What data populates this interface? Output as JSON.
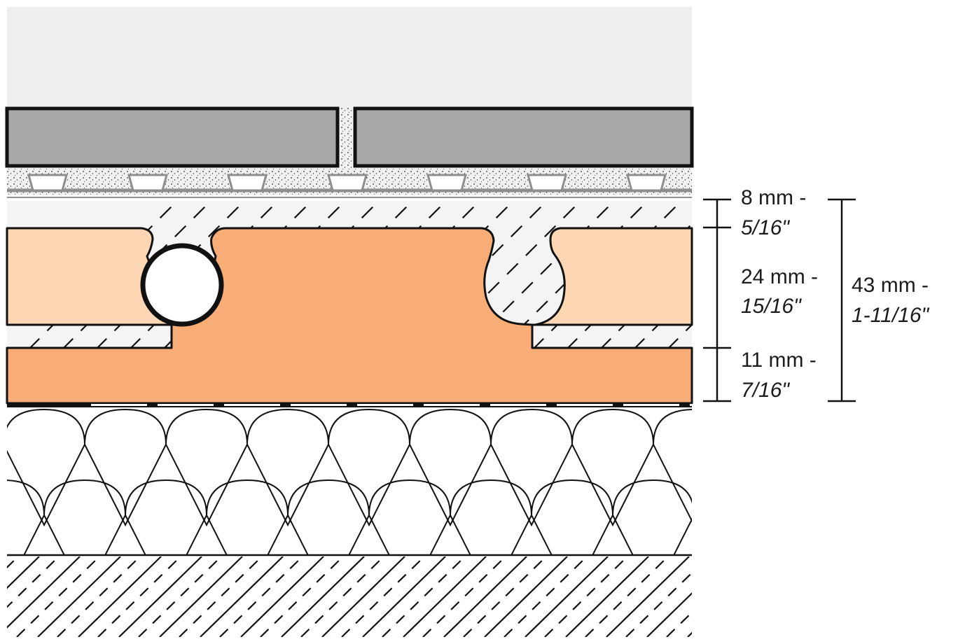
{
  "colors": {
    "background": "#ffffff",
    "air": "#eeeeee",
    "tile": "#a7a8aa",
    "outline": "#111111",
    "mortar": "#f1f1f1",
    "screed": "#f4f4f4",
    "membrane_light": "#fdd7b4",
    "membrane_core": "#f8ad76",
    "insulation": "#ffffff",
    "dimension_text": "#1c1c1c"
  },
  "dimensions": {
    "top_layer": {
      "metric": "8 mm -",
      "imperial": "5/16\""
    },
    "middle_layer": {
      "metric": "24 mm -",
      "imperial": "15/16\""
    },
    "bottom_layer": {
      "metric": "11 mm -",
      "imperial": "7/16\""
    },
    "total": {
      "metric": "43 mm -",
      "imperial": "1-11/16\""
    }
  }
}
